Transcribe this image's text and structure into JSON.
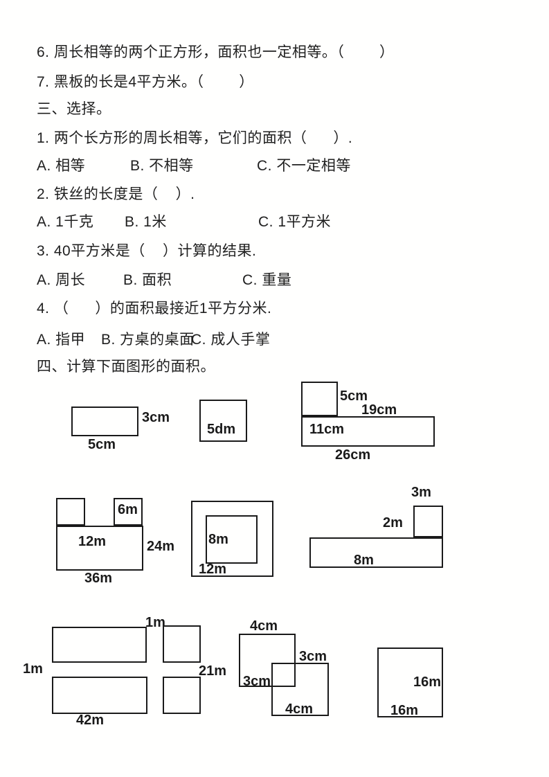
{
  "document": {
    "lines": {
      "tf6": "6. 周长相等的两个正方形，面积也一定相等。（        ）",
      "tf7": "7. 黑板的长是4平方米。（        ）",
      "sec3": "三、选择。",
      "q1": "1. 两个长方形的周长相等，它们的面积（      ）.",
      "q2": "2. 铁丝的长度是（    ）.",
      "q3": "3. 40平方米是（    ）计算的结果.",
      "q4": "4. （      ）的面积最接近1平方分米.",
      "sec4": "四、计算下面图形的面积。"
    },
    "choices": {
      "q1": [
        "A. 相等",
        "B. 不相等",
        "C. 不一定相等"
      ],
      "q2": [
        "A. 1千克",
        "B. 1米",
        "C. 1平方米"
      ],
      "q3": [
        "A. 周长",
        "B. 面积",
        "C. 重量"
      ],
      "q4": [
        "A. 指甲",
        "B. 方桌的桌面",
        "C. 成人手掌"
      ]
    }
  },
  "figures": {
    "f1": {
      "side": "3cm",
      "bottom": "5cm"
    },
    "f2": {
      "center": "5dm"
    },
    "f3": {
      "square_side": "5cm",
      "top_edge": "19cm",
      "inside": "11cm",
      "bottom": "26cm"
    },
    "f4": {
      "small_square": "6m",
      "inside": "12m",
      "right_side": "24m",
      "bottom": "36m"
    },
    "f5": {
      "inner": "8m",
      "inner_bottom": "12m"
    },
    "f6": {
      "top": "3m",
      "left_of_square": "2m",
      "inside": "8m"
    },
    "f7": {
      "top": "1m",
      "left": "1m",
      "right": "21m",
      "bottom": "42m"
    },
    "f8": {
      "top": "4cm",
      "overlap_right": "3cm",
      "overlap_left": "3cm",
      "bottom": "4cm"
    },
    "f9": {
      "right_inside": "16m",
      "bottom_inside": "16m"
    }
  },
  "colors": {
    "text": "#202020",
    "shape_line": "#1a1a1a",
    "background": "#fffffe"
  }
}
